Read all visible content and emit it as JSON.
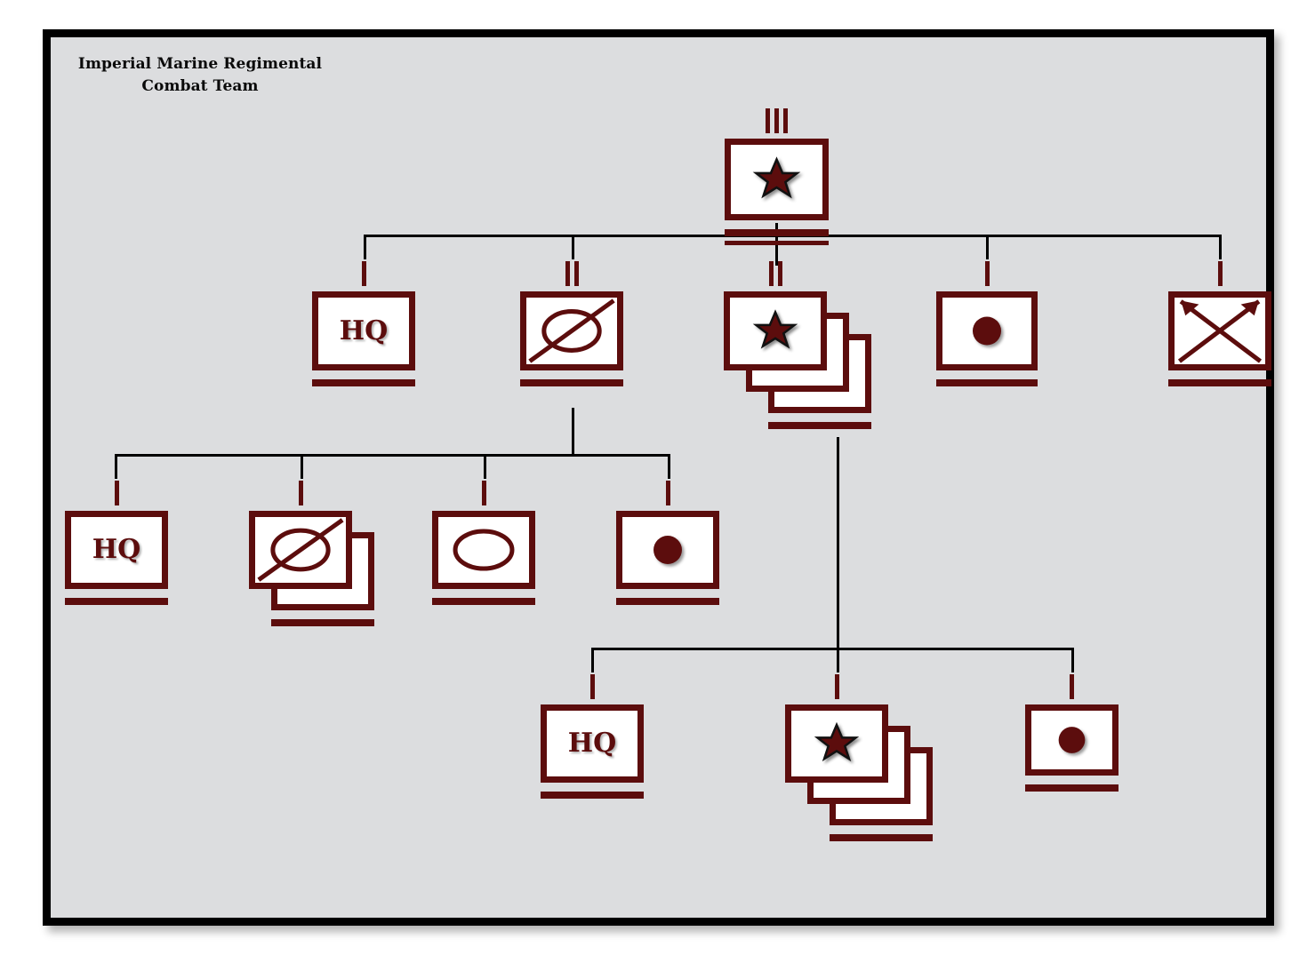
{
  "document": {
    "title_line1": "Imperial Marine Regimental",
    "title_line2": "Combat Team",
    "title": "Imperial Marine Regimental\nCombat Team"
  },
  "colors": {
    "page_background": "#ffffff",
    "frame_border": "#000000",
    "chart_background": "#dcdddf",
    "symbol_red": "#5c0d0d",
    "symbol_fill": "#ffffff",
    "connector": "#000000",
    "title_text": "#0a0a0a"
  },
  "legend": {
    "echelon_I": "I",
    "echelon_II": "II",
    "echelon_III": "III"
  },
  "org_chart": {
    "type": "military-org-chart",
    "rows": 4,
    "nodes": [
      {
        "id": "rct",
        "row": 1,
        "echelon": "III",
        "echelon_bars": 3,
        "symbol": "star",
        "label": "",
        "stack": 1,
        "underline": "double",
        "name": "regimental-combat-team"
      },
      {
        "id": "rct-hq",
        "row": 2,
        "echelon": "I",
        "echelon_bars": 1,
        "symbol": "text",
        "label": "HQ",
        "stack": 1,
        "underline": "single",
        "name": "headquarters-company"
      },
      {
        "id": "mech-bn",
        "row": 2,
        "echelon": "II",
        "echelon_bars": 2,
        "symbol": "ellipse-slash",
        "label": "",
        "stack": 1,
        "underline": "single",
        "name": "mechanized-battalion"
      },
      {
        "id": "marine-bn",
        "row": 2,
        "echelon": "II",
        "echelon_bars": 2,
        "symbol": "star",
        "label": "",
        "stack": 3,
        "underline": "single",
        "name": "marine-infantry-battalions"
      },
      {
        "id": "arty-bty",
        "row": 2,
        "echelon": "I",
        "echelon_bars": 1,
        "symbol": "dot",
        "label": "",
        "stack": 1,
        "underline": "single",
        "name": "artillery-battery"
      },
      {
        "id": "recon-co",
        "row": 2,
        "echelon": "I",
        "echelon_bars": 1,
        "symbol": "crossed-arrows",
        "label": "",
        "stack": 1,
        "underline": "single",
        "name": "reconnaissance-company"
      },
      {
        "id": "mech-hq",
        "row": 3,
        "echelon": "I",
        "echelon_bars": 1,
        "symbol": "text",
        "label": "HQ",
        "stack": 1,
        "underline": "single",
        "name": "mechanized-headquarters-company"
      },
      {
        "id": "mech-co",
        "row": 3,
        "echelon": "I",
        "echelon_bars": 1,
        "symbol": "ellipse-slash",
        "label": "",
        "stack": 2,
        "underline": "single",
        "name": "mechanized-infantry-companies"
      },
      {
        "id": "armor-co",
        "row": 3,
        "echelon": "I",
        "echelon_bars": 1,
        "symbol": "ellipse",
        "label": "",
        "stack": 1,
        "underline": "single",
        "name": "armor-company"
      },
      {
        "id": "mech-arty",
        "row": 3,
        "echelon": "I",
        "echelon_bars": 1,
        "symbol": "dot",
        "label": "",
        "stack": 1,
        "underline": "single",
        "name": "mechanized-artillery-battery"
      },
      {
        "id": "bn-hq",
        "row": 4,
        "echelon": "I",
        "echelon_bars": 1,
        "symbol": "text",
        "label": "HQ",
        "stack": 1,
        "underline": "single",
        "name": "battalion-headquarters-company"
      },
      {
        "id": "rifle-co",
        "row": 4,
        "echelon": "I",
        "echelon_bars": 1,
        "symbol": "star",
        "label": "",
        "stack": 3,
        "underline": "single",
        "name": "marine-rifle-companies"
      },
      {
        "id": "bn-arty",
        "row": 4,
        "echelon": "I",
        "echelon_bars": 1,
        "symbol": "dot",
        "label": "",
        "stack": 1,
        "underline": "single",
        "name": "battalion-weapons-battery"
      }
    ],
    "edges": [
      {
        "from": "rct",
        "to": [
          "rct-hq",
          "mech-bn",
          "marine-bn",
          "arty-bty",
          "recon-co"
        ]
      },
      {
        "from": "mech-bn",
        "to": [
          "mech-hq",
          "mech-co",
          "armor-co",
          "mech-arty"
        ]
      },
      {
        "from": "marine-bn",
        "to": [
          "bn-hq",
          "rifle-co",
          "bn-arty"
        ]
      }
    ]
  }
}
